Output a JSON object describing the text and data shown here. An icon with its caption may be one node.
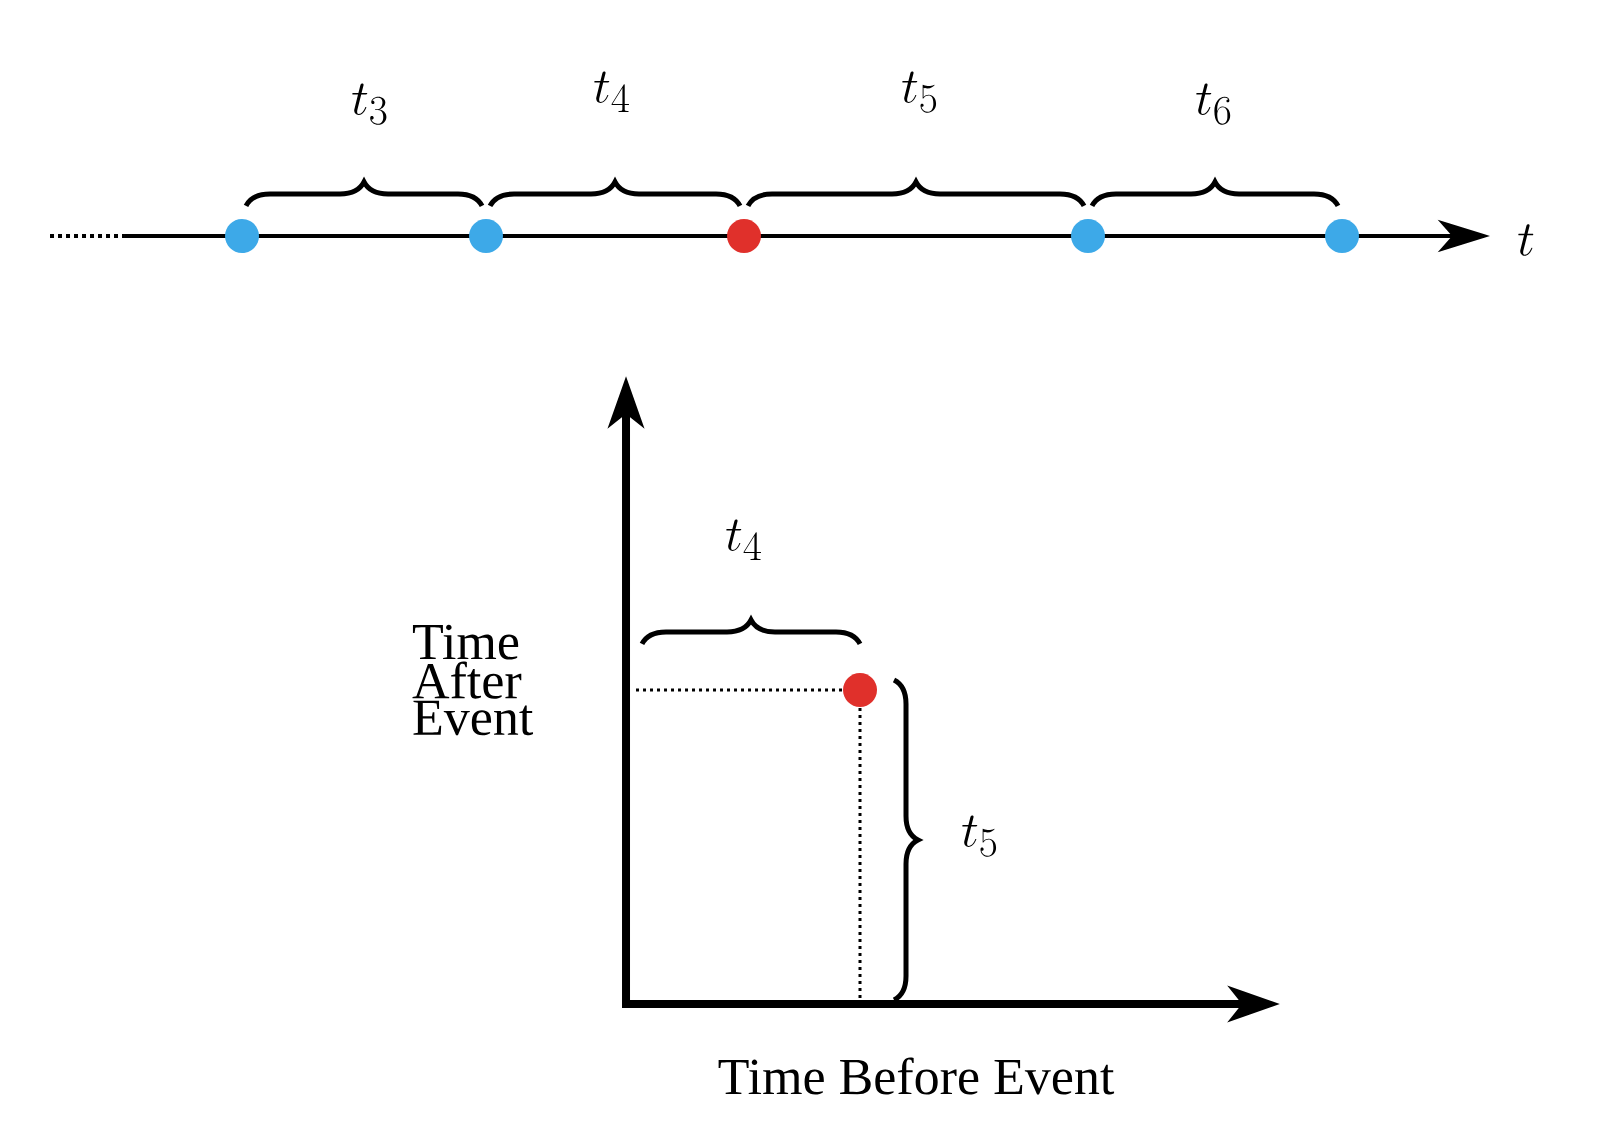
{
  "diagram": {
    "nodes": [
      {
        "text": [],
        "shape": "circle"
      },
      {
        "text": [],
        "shape": "circle"
      },
      {
        "text": [],
        "shape": "circle"
      },
      {
        "text": [],
        "shape": "circle"
      },
      {
        "text": [],
        "shape": "circle"
      },
      {
        "text": [],
        "shape": "circle"
      }
    ],
    "labels": [
      "t_3",
      "t_4",
      "t_5",
      "t_6",
      "t",
      "t_4",
      "Time After Event",
      "t_5",
      "Time Before Event"
    ]
  }
}
